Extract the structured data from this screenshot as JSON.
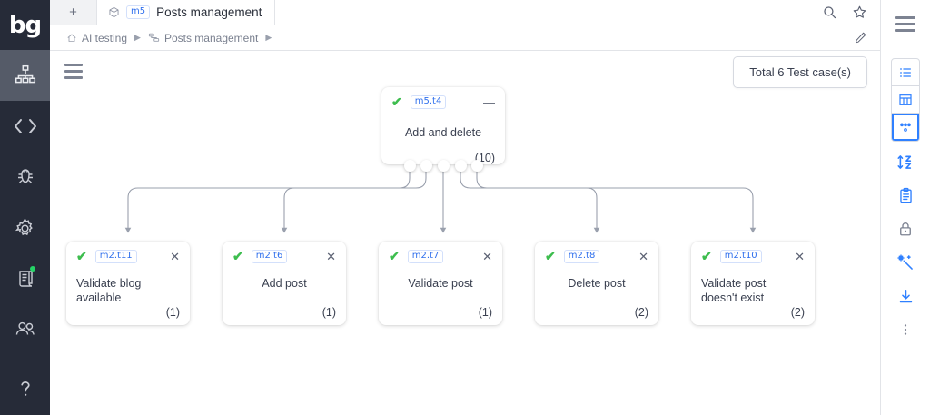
{
  "app": {
    "logo_text": "bg"
  },
  "left_rail": {
    "items": [
      {
        "name": "sitemap-icon",
        "label": "Test cases",
        "active": true,
        "dot": false
      },
      {
        "name": "chevrons-icon",
        "label": "Navigate",
        "active": false,
        "dot": false
      },
      {
        "name": "bug-icon",
        "label": "Defects",
        "active": false,
        "dot": false
      },
      {
        "name": "gear-icon",
        "label": "Settings",
        "active": false,
        "dot": false
      },
      {
        "name": "report-icon",
        "label": "Reports",
        "active": false,
        "dot": true
      },
      {
        "name": "users-icon",
        "label": "Users",
        "active": false,
        "dot": false
      },
      {
        "name": "help-icon",
        "label": "Help",
        "active": false,
        "dot": false
      }
    ]
  },
  "tabbar": {
    "add_label": "+",
    "tabs": [
      {
        "module_badge": "m5",
        "title": "Posts management",
        "icon": "cube-icon"
      }
    ],
    "search_icon": "search-icon",
    "star_icon": "star-icon"
  },
  "breadcrumb": {
    "items": [
      {
        "icon": "home-icon",
        "label": "AI testing"
      },
      {
        "icon": "module-icon",
        "label": "Posts management"
      }
    ],
    "separator": "▶",
    "edit_icon": "pencil-icon"
  },
  "canvas": {
    "menu_icon": "hamburger-icon",
    "total_label": "Total 6 Test case(s)"
  },
  "flow": {
    "parent": {
      "badge": "m5.t4",
      "title": "Add and delete",
      "count": "(10)",
      "status_icon": "check-icon",
      "action_icon": "minus-icon"
    },
    "children": [
      {
        "badge": "m2.t11",
        "title": "Validate blog available",
        "count": "(1)",
        "status_icon": "check-icon",
        "action_icon": "close-icon"
      },
      {
        "badge": "m2.t6",
        "title": "Add post",
        "count": "(1)",
        "status_icon": "check-icon",
        "action_icon": "close-icon"
      },
      {
        "badge": "m2.t7",
        "title": "Validate post",
        "count": "(1)",
        "status_icon": "check-icon",
        "action_icon": "close-icon"
      },
      {
        "badge": "m2.t8",
        "title": "Delete post",
        "count": "(2)",
        "status_icon": "check-icon",
        "action_icon": "close-icon"
      },
      {
        "badge": "m2.t10",
        "title": "Validate post doesn't exist",
        "count": "(2)",
        "status_icon": "check-icon",
        "action_icon": "close-icon"
      }
    ]
  },
  "right_panel": {
    "menu_icon": "hamburger-icon",
    "view_group": [
      {
        "name": "list-view-icon",
        "selected": false
      },
      {
        "name": "grid-view-icon",
        "selected": false
      },
      {
        "name": "mindmap-view-icon",
        "selected": true
      }
    ],
    "tools": [
      {
        "name": "sort-az-icon",
        "grey": false
      },
      {
        "name": "clipboard-icon",
        "grey": false
      },
      {
        "name": "lock-icon",
        "grey": true
      },
      {
        "name": "magic-wand-icon",
        "grey": false
      },
      {
        "name": "download-icon",
        "grey": false
      },
      {
        "name": "more-options-icon",
        "grey": true
      }
    ]
  },
  "colors": {
    "accent_blue": "#2f80ff",
    "rail_dark": "#262b38",
    "status_green": "#3dbd4e",
    "notification_green": "#25d366"
  }
}
